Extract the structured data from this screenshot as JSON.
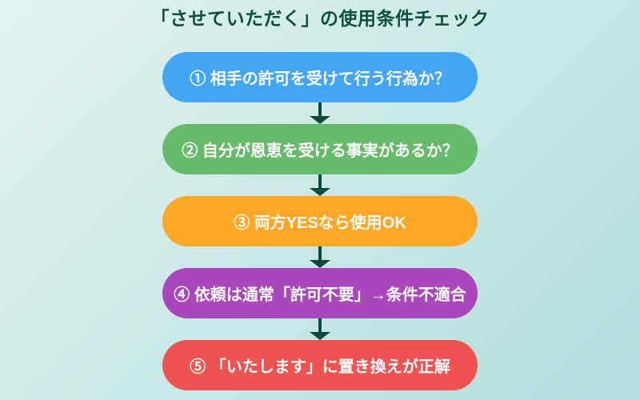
{
  "title": "「させていただく」の使用条件チェック",
  "title_color": "#0e4f3e",
  "arrow_color": "#0d4a3a",
  "background": {
    "gradient_start": "#e1f2f0",
    "gradient_end": "#b2dedb"
  },
  "steps": [
    {
      "label": "① 相手の許可を受けて行う行為か？",
      "color": "#42a5f5"
    },
    {
      "label": "② 自分が恩恵を受ける事実があるか？",
      "color": "#66bb6a"
    },
    {
      "label": "③ 両方YESなら使用OK",
      "color": "#ffa726"
    },
    {
      "label": "④ 依頼は通常「許可不要」→条件不適合",
      "color": "#ab47bc"
    },
    {
      "label": "⑤ 「いたします」に置き換えが正解",
      "color": "#ef5350"
    }
  ]
}
